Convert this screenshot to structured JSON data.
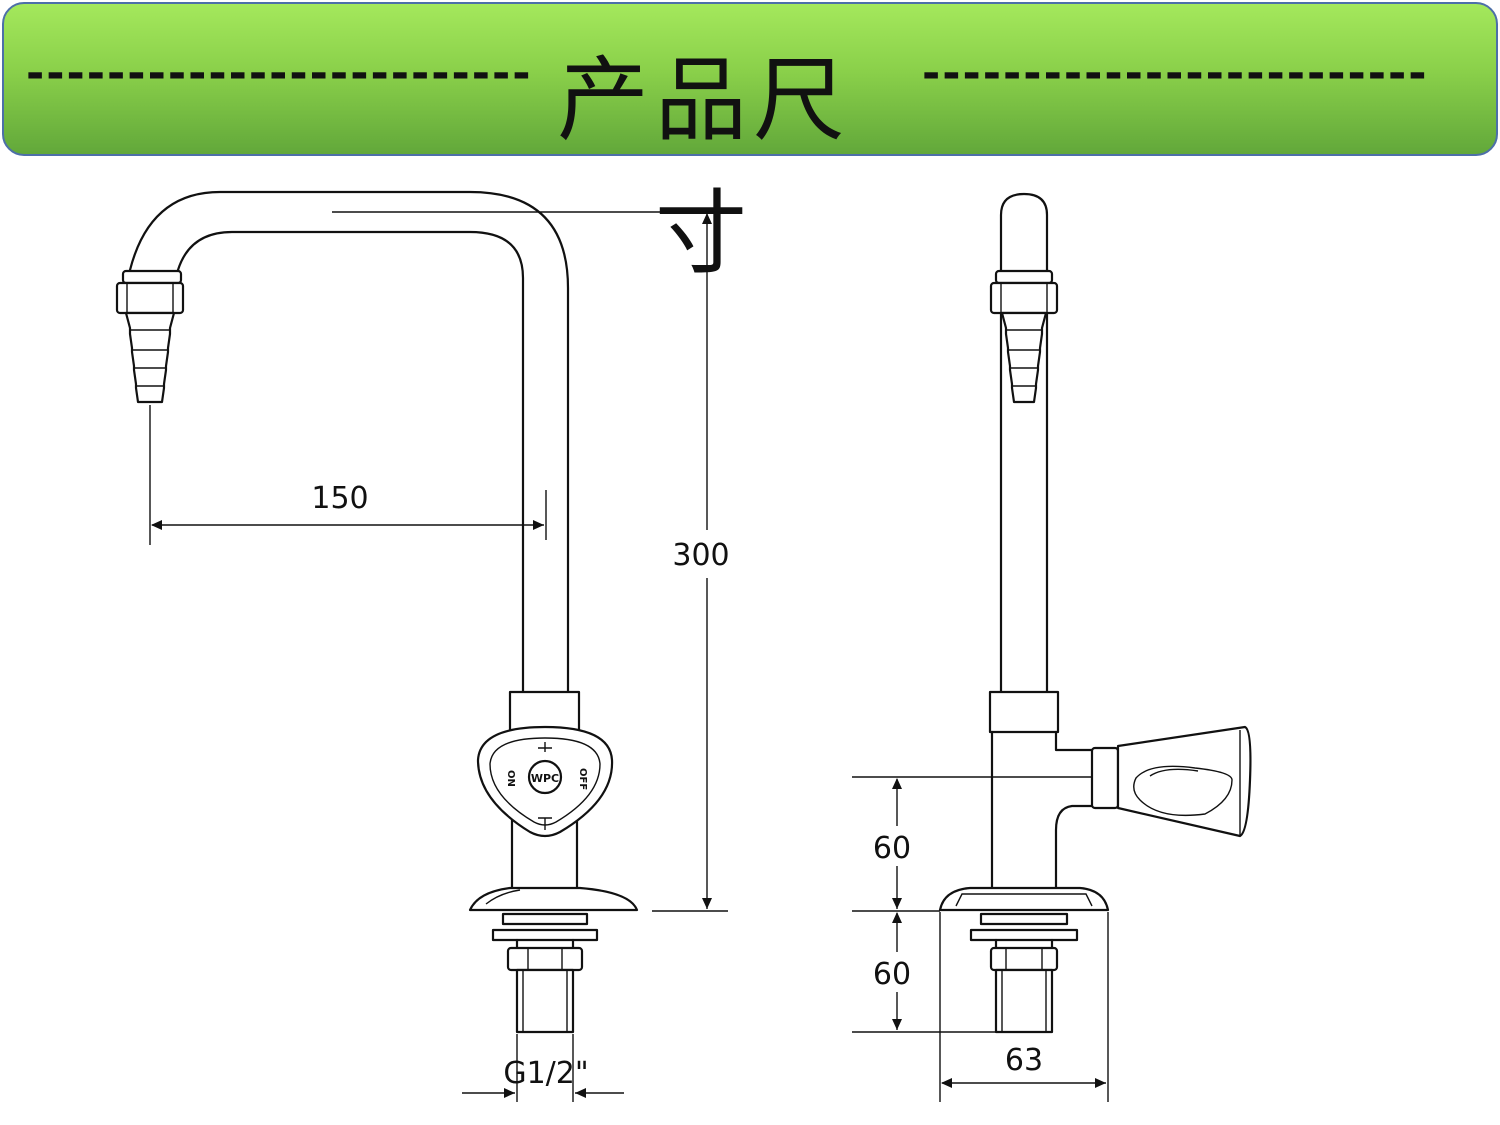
{
  "header": {
    "left_dashes": "-------------------------",
    "title": "产品尺寸",
    "right_dashes": "-------------------------"
  },
  "dimensions": {
    "reach": "150",
    "height": "300",
    "thread": "G1/2\"",
    "upper_segment": "60",
    "lower_segment": "60",
    "base_width": "63"
  },
  "valve_markings": {
    "brand": "WPC",
    "on": "ON",
    "off": "OFF"
  },
  "colors": {
    "banner_top": "#a4e85c",
    "banner_bottom": "#62a83a",
    "banner_border": "#4d6fa8"
  }
}
